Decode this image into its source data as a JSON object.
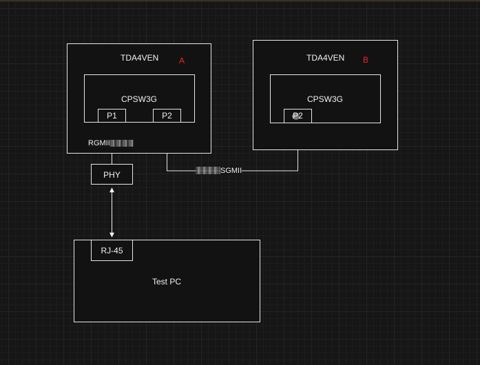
{
  "colors": {
    "background": "#161616",
    "grid": "#242424",
    "stroke": "#e8e8e8",
    "text": "#f2f2f2",
    "marker": "#e8262b"
  },
  "device_a": {
    "title": "TDA4VEN",
    "marker": "A",
    "switch": "CPSW3G",
    "ports": [
      "P1",
      "P2"
    ]
  },
  "device_b": {
    "title": "TDA4VEN",
    "marker": "B",
    "switch": "CPSW3G",
    "port": "P2"
  },
  "phy": "PHY",
  "test_pc": {
    "title": "Test PC",
    "port": "RJ-45"
  },
  "links": {
    "rgmii": "RGMII",
    "sgmii": "SGMII"
  }
}
